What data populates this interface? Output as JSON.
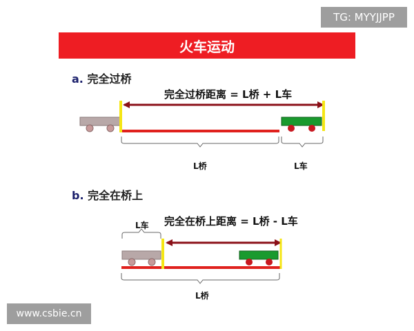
{
  "title": "火车运动",
  "watermark_top": "TG: MYYJJPP",
  "watermark_bottom": "www.csbie.cn",
  "section_a": {
    "letter": "a.",
    "label": "完全过桥",
    "formula": "完全过桥距离 = L桥 + L车",
    "bridge_length_label": "L桥",
    "train_length_label": "L车"
  },
  "section_b": {
    "letter": "b.",
    "label": "完全在桥上",
    "formula": "完全在桥上距离 = L桥 - L车",
    "train_length_label": "L车",
    "bridge_length_label": "L桥"
  },
  "colors": {
    "banner": "#ee1d23",
    "arrow": "#8b1018",
    "bridge": "#e0211d",
    "train_start": "#b8a8a8",
    "train_end": "#1a9a2e",
    "wheel": "#c81820",
    "marker": "#f5e614"
  }
}
